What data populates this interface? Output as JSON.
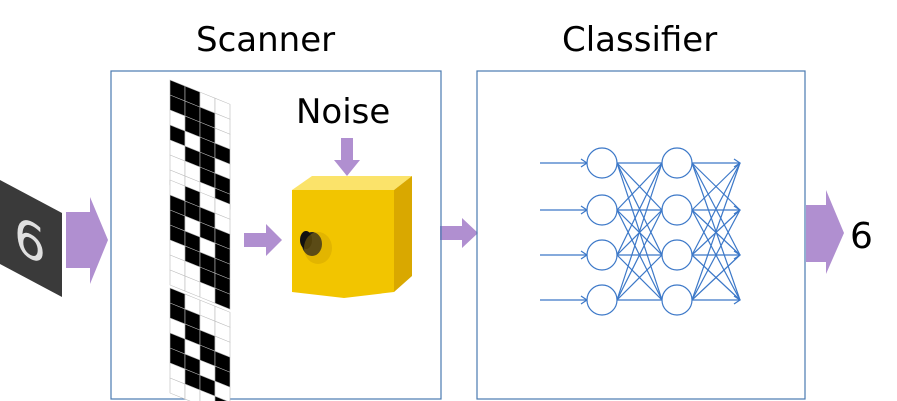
{
  "scanner": {
    "title": "Scanner"
  },
  "classifier": {
    "title": "Classifier"
  },
  "noise": {
    "label": "Noise"
  },
  "output": {
    "label": "6"
  },
  "input": {
    "digit": "6"
  },
  "colors": {
    "box_border": "#4a7ab0",
    "arrow": "#b08fd0",
    "noise_arrow": "#b08fd0",
    "network": "#3c78c8",
    "cube_front": "#f2c500",
    "cube_top": "#fbe36a",
    "cube_side": "#d9a800"
  },
  "network": {
    "layers": [
      4,
      4,
      4
    ]
  }
}
